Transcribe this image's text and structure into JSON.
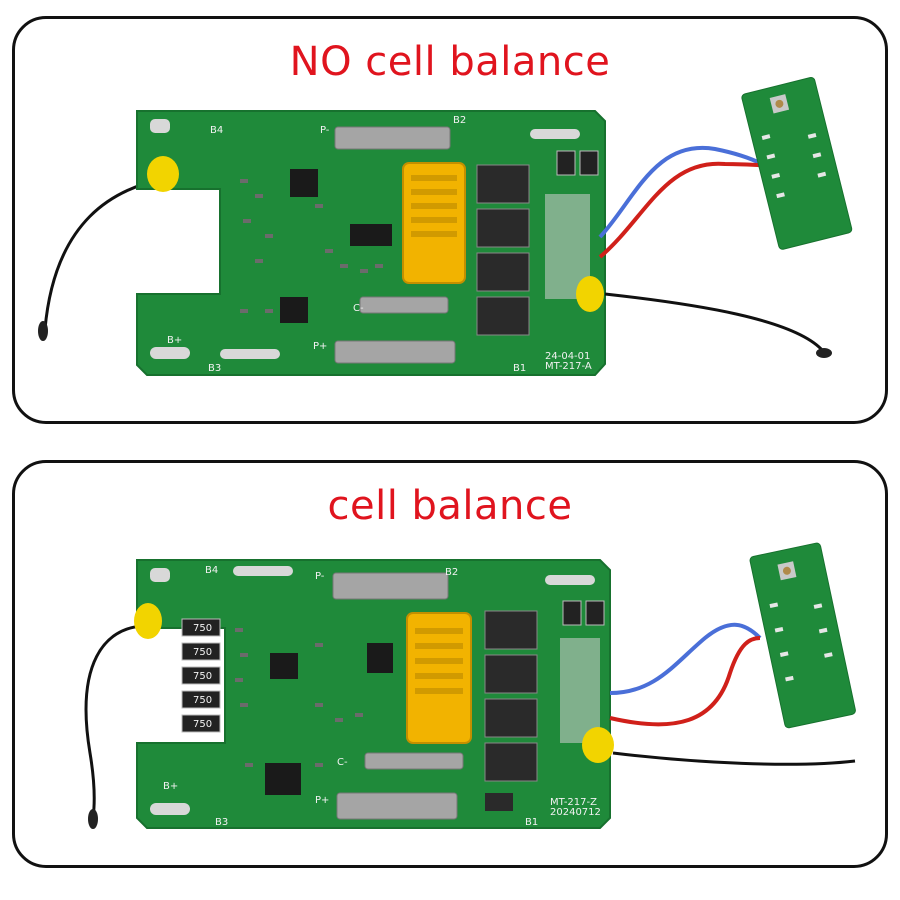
{
  "panels": [
    {
      "title": "NO cell balance",
      "silkscreen": {
        "b4": "B4",
        "b2": "B2",
        "b1": "B1",
        "b3": "B3",
        "pminus": "P-",
        "pplus": "P+",
        "cminus": "C-",
        "bplus": "B+",
        "date": "24-04-01",
        "code": "MT-217-A"
      }
    },
    {
      "title": "cell balance",
      "silkscreen": {
        "b4": "B4",
        "b2": "B2",
        "b1": "B1",
        "b3": "B3",
        "pminus": "P-",
        "pplus": "P+",
        "cminus": "C-",
        "bplus": "B+",
        "date": "20240712",
        "code": "MT-217-Z",
        "resistors": [
          "750",
          "750",
          "750",
          "750",
          "750"
        ]
      }
    }
  ],
  "colors": {
    "title": "#e0141e",
    "pcb": "#1f8a3a",
    "pcb_dark": "#17712e",
    "connector": "#f2b300",
    "wire_red": "#d0201a",
    "wire_blue": "#4a6fd8",
    "wire_black": "#111111"
  }
}
